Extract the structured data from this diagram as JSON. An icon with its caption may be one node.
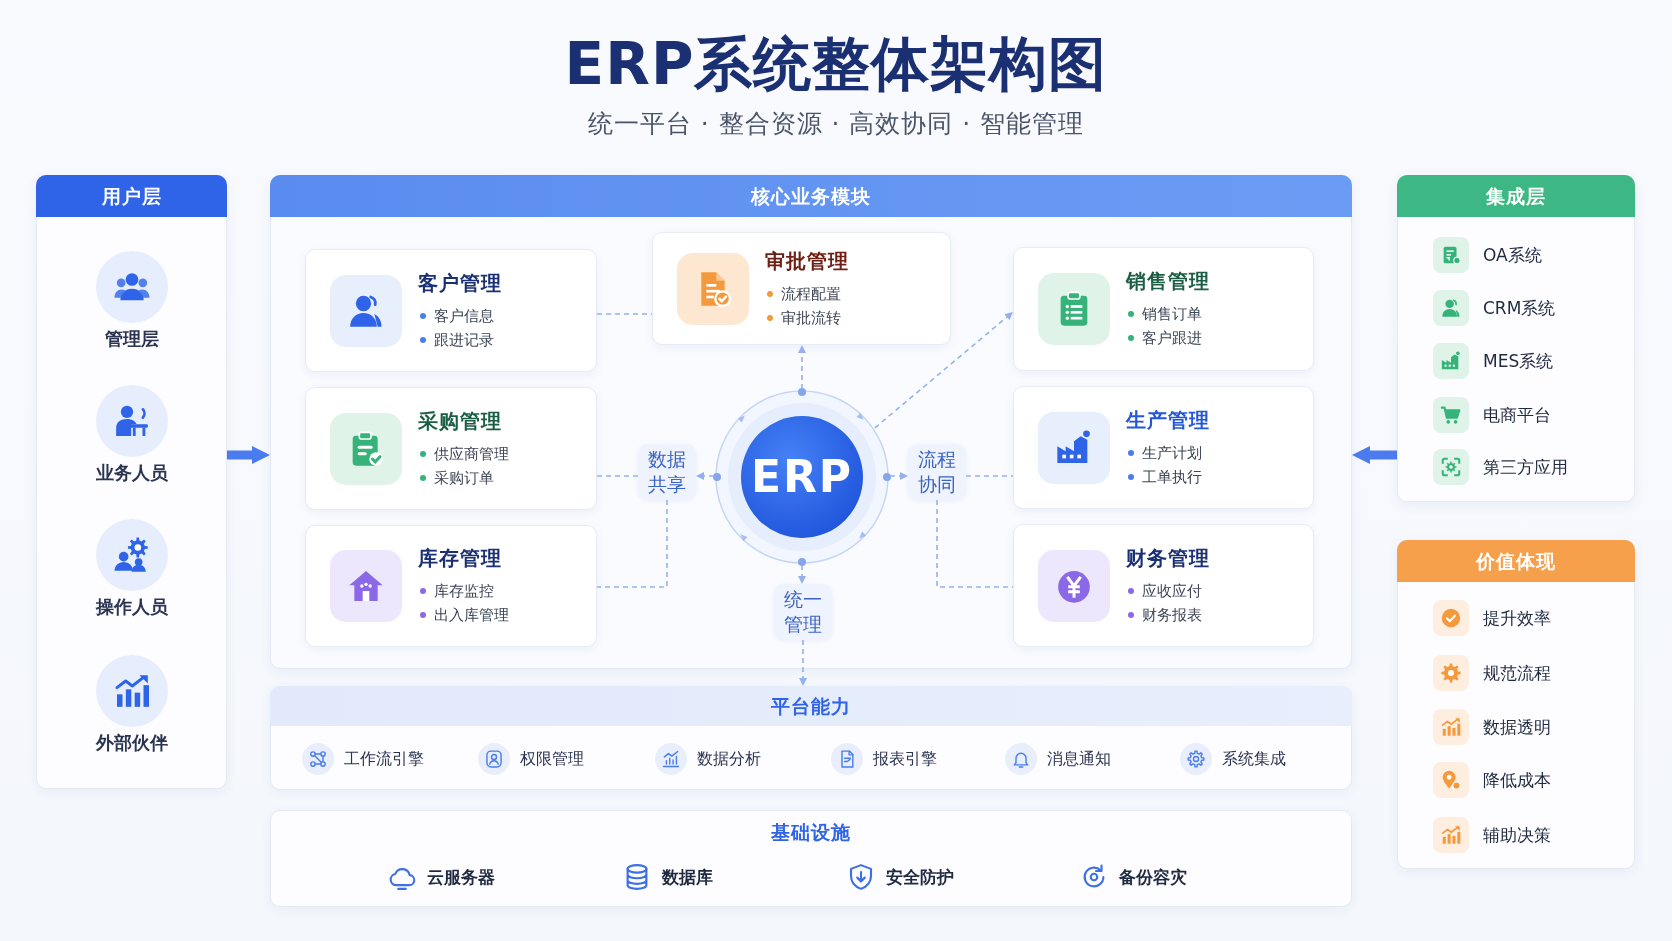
{
  "diagram": {
    "title": "ERP系统整体架构图",
    "nodes": [
      {
        "text": [
          "用户层"
        ]
      },
      {
        "text": [
          "管理层"
        ],
        "in": 0
      },
      {
        "text": [
          "业务人员"
        ],
        "in": 0
      },
      {
        "text": [
          "操作人员"
        ],
        "in": 0
      },
      {
        "text": [
          "外部伙伴"
        ],
        "in": 0
      },
      {
        "text": [
          "核心业务模块"
        ]
      },
      {
        "text": [
          "客户管理",
          "客户信息",
          "跟进记录"
        ],
        "in": 5
      },
      {
        "text": [
          "审批管理",
          "流程配置",
          "审批流转"
        ],
        "in": 5
      },
      {
        "text": [
          "销售管理",
          "销售订单",
          "客户跟进"
        ],
        "in": 5
      },
      {
        "text": [
          "采购管理",
          "供应商管理",
          "采购订单"
        ],
        "in": 5
      },
      {
        "text": [
          "数据共享"
        ],
        "in": 5
      },
      {
        "text": [
          "ERP"
        ],
        "in": 5
      },
      {
        "text": [
          "流程协同"
        ],
        "in": 5
      },
      {
        "text": [
          "生产管理",
          "生产计划",
          "工单执行"
        ],
        "in": 5
      },
      {
        "text": [
          "库存管理",
          "库存监控",
          "出入库管理"
        ],
        "in": 5
      },
      {
        "text": [
          "统一管理"
        ],
        "in": 5
      },
      {
        "text": [
          "财务管理",
          "应收应付",
          "财务报表"
        ],
        "in": 5
      },
      {
        "text": [
          "集成层"
        ]
      },
      {
        "text": [
          "OA系统"
        ],
        "in": 17
      },
      {
        "text": [
          "CRM系统"
        ],
        "in": 17
      },
      {
        "text": [
          "MES系统"
        ],
        "in": 17
      },
      {
        "text": [
          "电商平台"
        ],
        "in": 17
      },
      {
        "text": [
          "第三方应用"
        ],
        "in": 17
      },
      {
        "text": [
          "价值体现"
        ]
      },
      {
        "text": [
          "提升效率"
        ],
        "in": 23
      },
      {
        "text": [
          "规范流程"
        ],
        "in": 23
      },
      {
        "text": [
          "数据透明"
        ],
        "in": 23
      },
      {
        "text": [
          "降低成本"
        ],
        "in": 23
      },
      {
        "text": [
          "辅助决策"
        ],
        "in": 23
      },
      {
        "text": [
          "平台能力"
        ]
      },
      {
        "text": [
          "工作流引擎"
        ],
        "in": 29
      },
      {
        "text": [
          "权限管理"
        ],
        "in": 29
      },
      {
        "text": [
          "数据分析"
        ],
        "in": 29
      },
      {
        "text": [
          "报表引擎"
        ],
        "in": 29
      },
      {
        "text": [
          "消息通知"
        ],
        "in": 29
      },
      {
        "text": [
          "系统集成"
        ],
        "in": 29
      },
      {
        "text": [
          "基础设施"
        ]
      },
      {
        "text": [
          "云服务器"
        ],
        "in": 36
      },
      {
        "text": [
          "数据库"
        ],
        "in": 36
      },
      {
        "text": [
          "安全防护"
        ],
        "in": 36
      },
      {
        "text": [
          "备份容灾"
        ],
        "in": 36
      }
    ],
    "edges": [
      {
        "from": 0,
        "to": 5,
        "arrow": "to",
        "style": "thick",
        "color": "#4a7cf0"
      },
      {
        "from": 17,
        "to": 5,
        "arrow": "to",
        "style": "thick",
        "color": "#4a7cf0"
      },
      {
        "from": 11,
        "to": 7,
        "arrow": "to",
        "style": "dashed"
      },
      {
        "from": 11,
        "to": 8,
        "arrow": "to",
        "style": "dashed"
      },
      {
        "from": 6,
        "to": 7,
        "arrow": "none",
        "style": "dashed"
      },
      {
        "from": 11,
        "to": 10,
        "arrow": "to",
        "style": "dashed"
      },
      {
        "from": 9,
        "to": 10,
        "arrow": "none",
        "style": "dashed"
      },
      {
        "from": 10,
        "to": 14,
        "arrow": "none",
        "style": "dashed"
      },
      {
        "from": 11,
        "to": 12,
        "arrow": "to",
        "style": "dashed"
      },
      {
        "from": 12,
        "to": 13,
        "arrow": "none",
        "style": "dashed"
      },
      {
        "from": 12,
        "to": 16,
        "arrow": "none",
        "style": "dashed"
      },
      {
        "from": 11,
        "to": 15,
        "arrow": "to",
        "style": "dashed"
      },
      {
        "from": 15,
        "to": 29,
        "arrow": "to",
        "style": "dashed"
      }
    ],
    "labels": [
      "统一平台 · 整合资源 · 高效协同 · 智能管理"
    ]
  }
}
